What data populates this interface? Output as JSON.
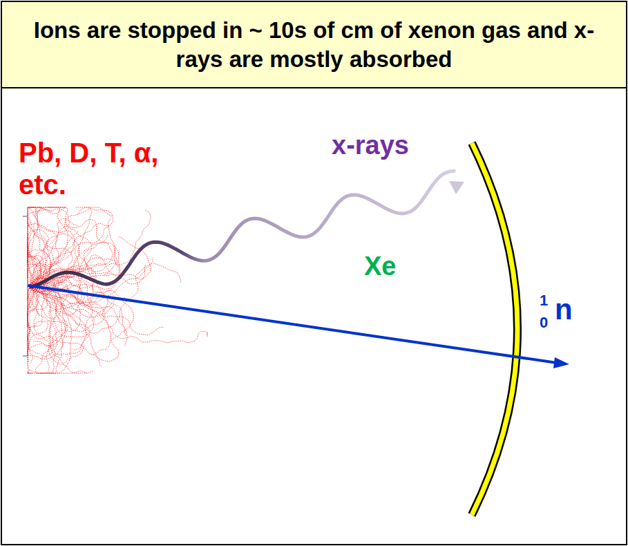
{
  "diagram": {
    "title": "Ions are stopped in ~ 10s of cm of xenon gas and x-rays are mostly absorbed",
    "labels": [
      "Pb, D, T, α, etc.",
      "x-rays",
      "Xe",
      "1",
      "0",
      "n"
    ]
  }
}
